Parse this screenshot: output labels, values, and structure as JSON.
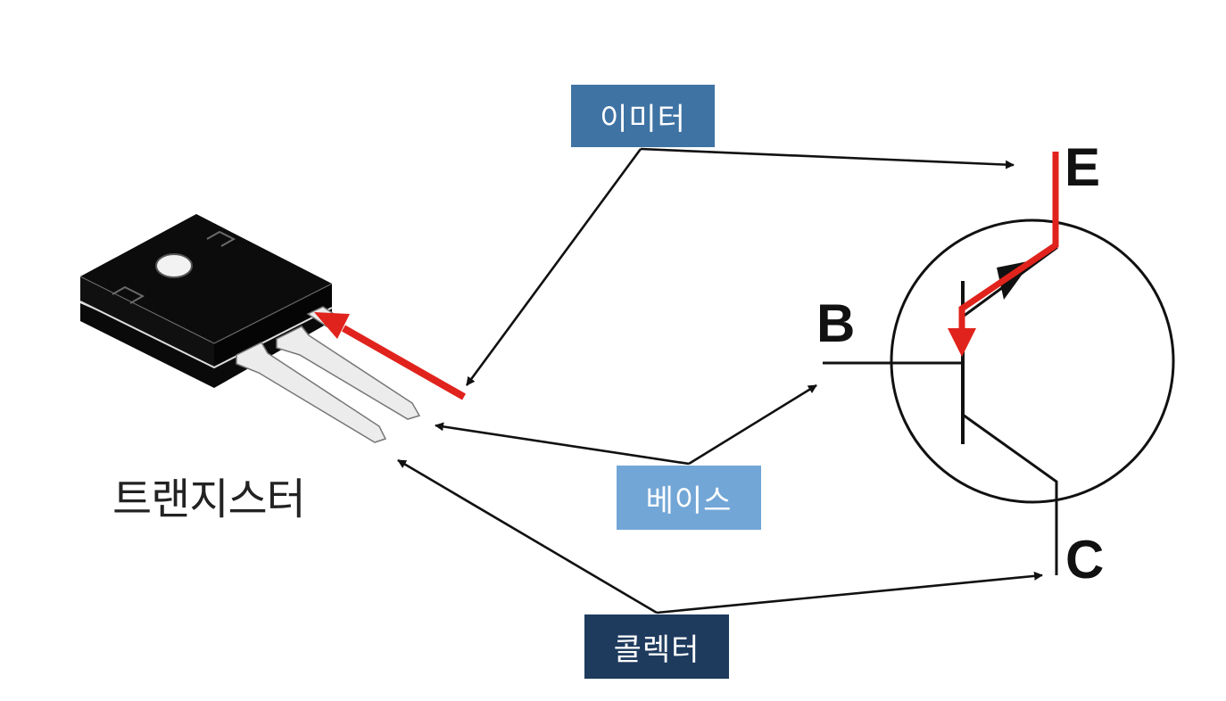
{
  "device_caption": "트랜지스터",
  "terminals": {
    "emitter": {
      "label": "이미터",
      "symbol_letter": "E",
      "box_color": "#3f73a4"
    },
    "base": {
      "label": "베이스",
      "symbol_letter": "B",
      "box_color": "#72a6d6"
    },
    "collector": {
      "label": "콜렉터",
      "symbol_letter": "C",
      "box_color": "#1e3b5e"
    }
  },
  "colors": {
    "highlight_red": "#e0231c",
    "line_black": "#111111",
    "package_black": "#0a0a0a",
    "lead_fill": "#ececec"
  },
  "symbol_type": "PNP bipolar transistor"
}
